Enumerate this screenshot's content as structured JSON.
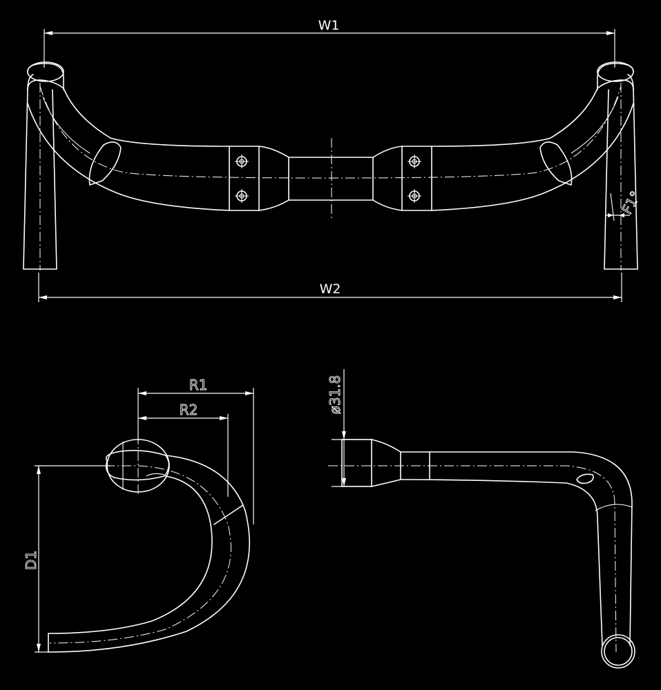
{
  "dimensions": {
    "w1": "W1",
    "w2": "W2",
    "flare": "F1°",
    "r1": "R1",
    "r2": "R2",
    "d1": "D1",
    "clamp_diameter": "ø31.8"
  }
}
